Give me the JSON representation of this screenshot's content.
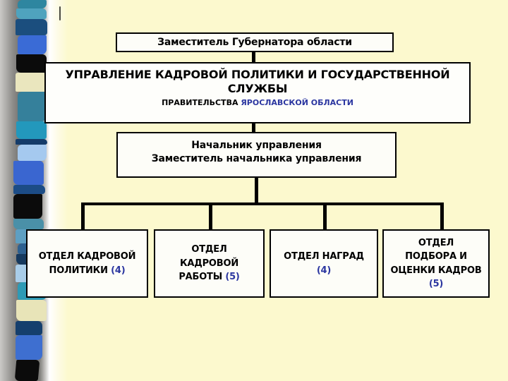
{
  "slide": {
    "org_chart": {
      "root": {
        "label": "Заместитель Губернатора области"
      },
      "management": {
        "title_lines": [
          "УПРАВЛЕНИЕ КАДРОВОЙ ПОЛИТИКИ И ГОСУДАРСТВЕННОЙ",
          "СЛУЖБЫ"
        ],
        "subtitle_prefix": "ПРАВИТЕЛЬСТВА",
        "subtitle_highlight": "ЯРОСЛАВСКОЙ ОБЛАСТИ"
      },
      "heads": {
        "lines": [
          "Начальник управления",
          "Заместитель начальника управления"
        ]
      },
      "departments": [
        {
          "lines": [
            "ОТДЕЛ КАДРОВОЙ",
            "ПОЛИТИКИ"
          ],
          "count": "(4)"
        },
        {
          "lines": [
            "ОТДЕЛ",
            "КАДРОВОЙ",
            "РАБОТЫ"
          ],
          "count": "(5)"
        },
        {
          "lines": [
            "ОТДЕЛ НАГРАД"
          ],
          "count": "(4)"
        },
        {
          "lines": [
            "ОТДЕЛ",
            "ПОДБОРА И",
            "ОЦЕНКИ КАДРОВ"
          ],
          "count": "(5)"
        }
      ]
    },
    "colors": {
      "background": "#fcf9ce",
      "box_fill": "#fdfdf8",
      "line_color": "#000000",
      "blue_accent": "#2b36a0"
    },
    "decor": {
      "stripe": [
        {
          "c": "#2E86A0",
          "h": 12
        },
        {
          "c": "#4FA3BE",
          "h": 15
        },
        {
          "c": "#1B4E7E",
          "h": 23
        },
        {
          "c": "#3A6BD6",
          "h": 27
        },
        {
          "c": "#0B0B0B",
          "h": 26
        },
        {
          "c": "#EAE6BE",
          "h": 27
        },
        {
          "c": "#35809B",
          "h": 42
        },
        {
          "c": "#2398BC",
          "h": 25
        },
        {
          "c": "#143B69",
          "h": 8
        },
        {
          "c": "#A5C9EF",
          "h": 23
        },
        {
          "c": "#3A66D0",
          "h": 34
        },
        {
          "c": "#1C4C86",
          "h": 13
        },
        {
          "c": "#0B0B0B",
          "h": 35
        },
        {
          "c": "#4A90A8",
          "h": 15
        },
        {
          "c": "#5E9FC2",
          "h": 20
        },
        {
          "c": "#2D6090",
          "h": 15
        },
        {
          "c": "#16395E",
          "h": 15
        },
        {
          "c": "#A9CDE9",
          "h": 25
        },
        {
          "c": "#2E9AB5",
          "h": 25
        },
        {
          "c": "#E8E4B8",
          "h": 30
        },
        {
          "c": "#153F6D",
          "h": 20
        },
        {
          "c": "#3E6FD0",
          "h": 35
        },
        {
          "c": "#0B0B0B",
          "h": 30
        }
      ]
    }
  }
}
